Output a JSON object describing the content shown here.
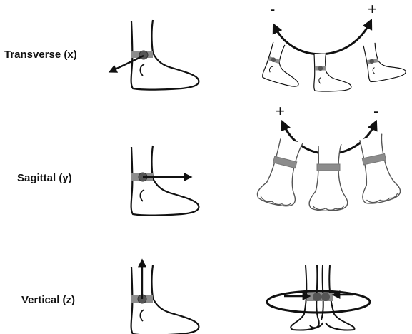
{
  "rows": [
    {
      "axis_label": "Transverse (x)",
      "sign_left": "-",
      "sign_right": "+"
    },
    {
      "axis_label": "Sagittal (y)",
      "sign_left": "+",
      "sign_right": "-"
    },
    {
      "axis_label": "Vertical (z)"
    }
  ],
  "colors": {
    "line": "#111111",
    "sensor_band": "#8c8c8c",
    "sensor_dot": "#555555"
  },
  "icons": [
    "ankle-sensor-icon",
    "axis-arrow-icon",
    "rotation-arrow-icon",
    "foot-icon"
  ]
}
